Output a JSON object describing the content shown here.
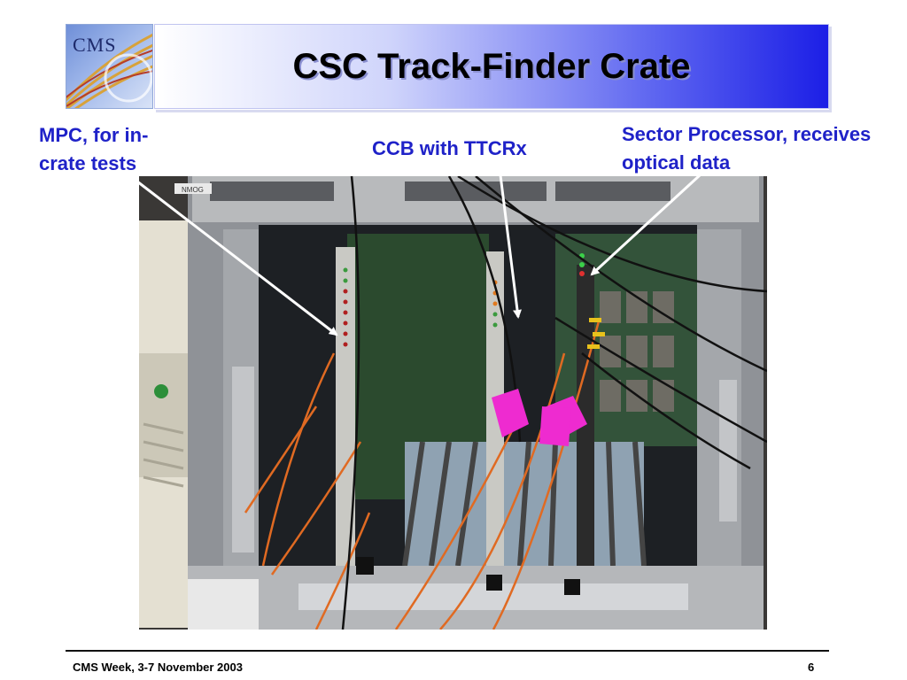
{
  "header": {
    "logo_text": "CMS",
    "title": "CSC Track-Finder Crate"
  },
  "annotations": {
    "mpc": "MPC, for in-crate tests",
    "ccb": "CCB with TTCRx",
    "sector_processor": "Sector Processor, receives optical data"
  },
  "photo": {
    "panel_label": "NMOG"
  },
  "footer": {
    "left": "CMS Week, 3-7 November 2003",
    "page_number": "6"
  },
  "colors": {
    "annotation_text": "#1f22c8",
    "title_gradient_end": "#1c1fe6",
    "arrow": "#ffffff"
  }
}
